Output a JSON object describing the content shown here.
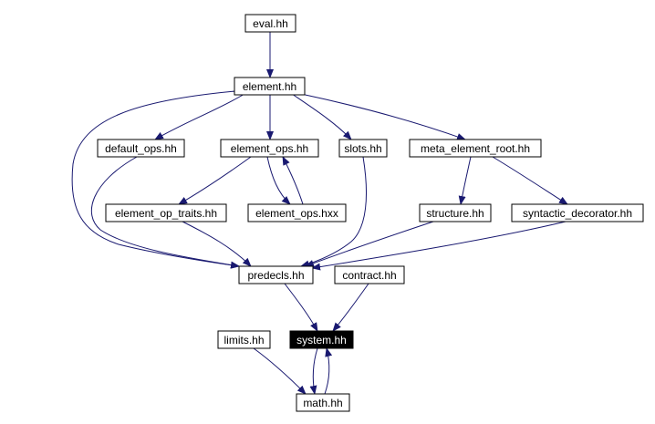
{
  "graph": {
    "nodes": {
      "eval": "eval.hh",
      "element": "element.hh",
      "default_ops": "default_ops.hh",
      "element_ops": "element_ops.hh",
      "slots": "slots.hh",
      "meta_element_root": "meta_element_root.hh",
      "element_op_traits": "element_op_traits.hh",
      "element_ops_hxx": "element_ops.hxx",
      "structure": "structure.hh",
      "syntactic_decorator": "syntactic_decorator.hh",
      "predecls": "predecls.hh",
      "contract": "contract.hh",
      "limits": "limits.hh",
      "system": "system.hh",
      "math": "math.hh"
    },
    "current_node": "system",
    "edge_color": "#191970",
    "current_fill": "#000000"
  }
}
